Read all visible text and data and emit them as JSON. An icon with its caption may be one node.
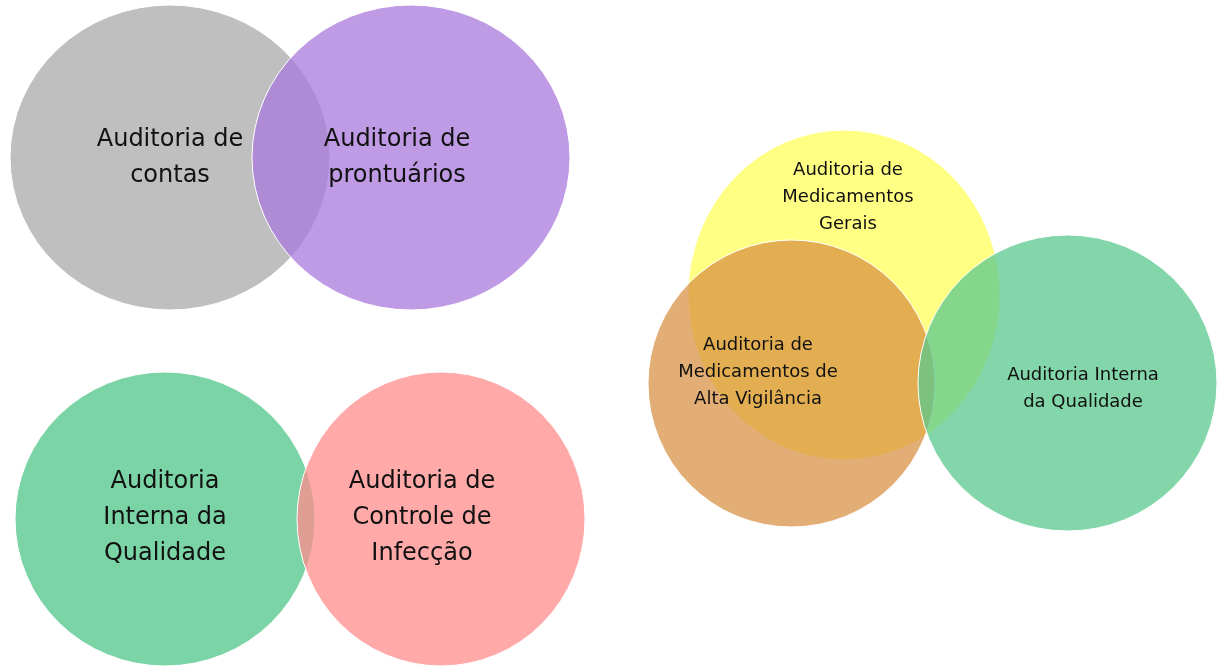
{
  "diagram": {
    "nodes": [
      {
        "text": [
          "Auditoria de contas"
        ]
      },
      {
        "text": [
          "Auditoria de prontuários"
        ]
      },
      {
        "text": [
          "Auditoria Interna da Qualidade"
        ]
      },
      {
        "text": [
          "Auditoria de Controle de Infecção"
        ]
      },
      {
        "text": [
          "Auditoria de Medicamentos Gerais"
        ]
      },
      {
        "text": [
          "Auditoria de Medicamentos de Alta Vigilância"
        ]
      },
      {
        "text": [
          "Auditoria Interna da Qualidade"
        ]
      }
    ]
  }
}
